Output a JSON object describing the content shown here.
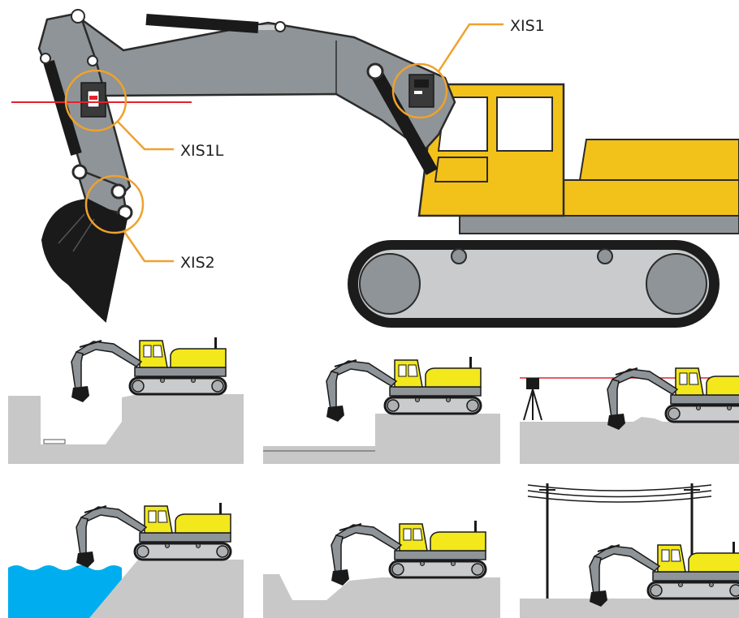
{
  "labels": {
    "xis1": "XIS1",
    "xis1l": "XIS1L",
    "xis2": "XIS2"
  },
  "colors": {
    "arm": "#8e9497",
    "arm_stroke": "#2b2b2b",
    "cab": "#f3c21a",
    "small_body": "#f2e81c",
    "track": "#c9cbcd",
    "ground": "#c8c8c8",
    "water": "#00aeef",
    "callout": "#f0a12e",
    "laser": "#e3232c",
    "bucket": "#1a1a1a",
    "sensor": "#3a3a3a"
  },
  "scenarios": [
    {
      "name": "trench-digging"
    },
    {
      "name": "step-level"
    },
    {
      "name": "laser-reference"
    },
    {
      "name": "underwater-digging"
    },
    {
      "name": "slope-profile"
    },
    {
      "name": "overhead-power-lines"
    }
  ]
}
